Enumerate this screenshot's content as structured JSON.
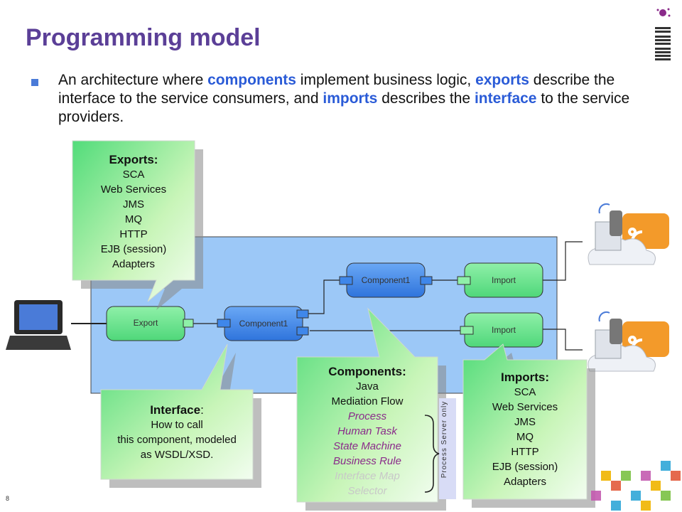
{
  "slide": {
    "title": "Programming model",
    "page_number": "8"
  },
  "bullet": {
    "seg1": "An architecture where ",
    "kw1": "components",
    "seg2": " implement business logic, ",
    "kw2": "exports",
    "seg3": " describe the interface to the service consumers, and ",
    "kw3": "imports",
    "seg4": " describes the ",
    "kw4": "interface",
    "seg5": " to the service providers."
  },
  "diagram": {
    "export_box": "Export",
    "component_left": "Component1",
    "component_top": "Component1",
    "import_top": "Import",
    "import_bottom": "Import",
    "process_server_label": "Process Server only"
  },
  "callouts": {
    "exports": {
      "title": "Exports:",
      "items": [
        "SCA",
        "Web Services",
        "JMS",
        "MQ",
        "HTTP",
        "EJB (session)",
        "Adapters"
      ]
    },
    "interface": {
      "title": "Interface",
      "title_suffix": ":",
      "lines": [
        "How to call",
        "this component, modeled",
        "as WSDL/XSD."
      ]
    },
    "components": {
      "title": "Components:",
      "plain": [
        "Java",
        "Mediation Flow"
      ],
      "purple": [
        "Process",
        "Human Task",
        "State Machine",
        "Business Rule"
      ],
      "faded": [
        "Interface Map",
        "Selector"
      ]
    },
    "imports": {
      "title": "Imports:",
      "items": [
        "SCA",
        "Web Services",
        "JMS",
        "MQ",
        "HTTP",
        "EJB (session)",
        "Adapters"
      ]
    }
  },
  "colors": {
    "title": "#5b3f97",
    "keyword": "#2a5bd7",
    "module_bg": "#9cc8f7",
    "green_box": "#66e28c",
    "blue_box": "#3f87ea",
    "callout_green": "#b2f2a4",
    "purple_text": "#8a2a8a"
  },
  "icons": [
    "laptop-icon",
    "ibm-logo",
    "phone-cloud-icon"
  ]
}
